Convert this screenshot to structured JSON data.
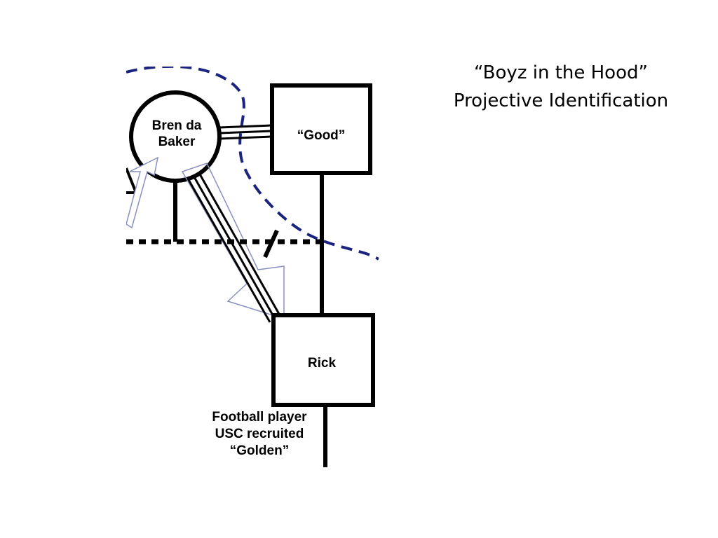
{
  "title": {
    "line1": "“Boyz in the Hood”",
    "line2": "Projective Identification"
  },
  "diagram": {
    "person_circle": {
      "line1": "Bren da",
      "line2": "Baker"
    },
    "box_good": {
      "label": "“Good”"
    },
    "box_rick": {
      "label": "Rick"
    },
    "caption": {
      "line1": "Football player",
      "line2": "USC recruited",
      "line3": "“Golden”"
    },
    "colors": {
      "line": "#000000",
      "dashed_boundary": "#1a237e",
      "projection_arrow_outline": "#8a8fc0"
    }
  }
}
